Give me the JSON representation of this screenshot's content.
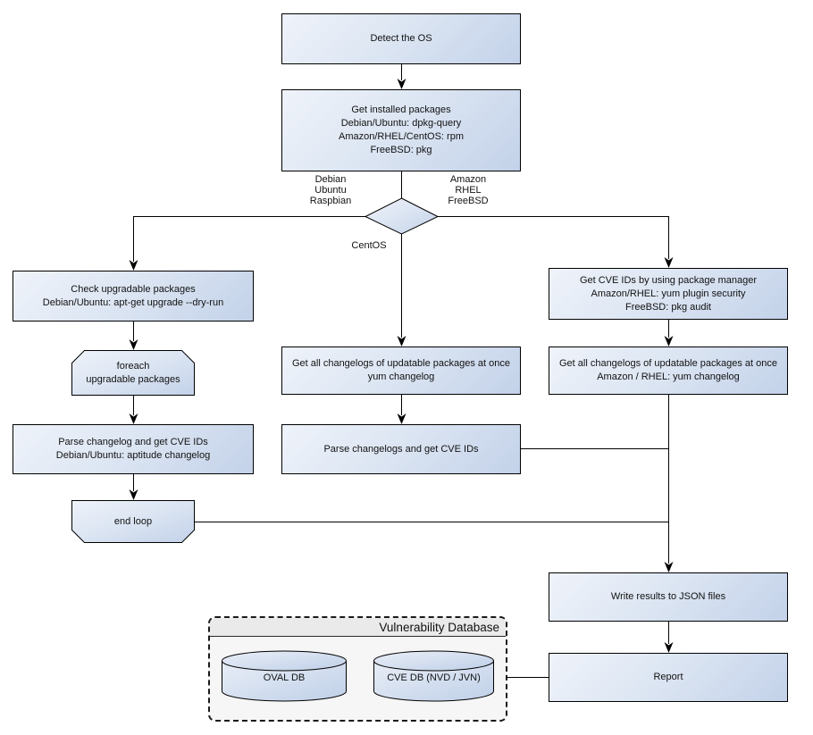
{
  "nodes": {
    "detect_os": "Detect the OS",
    "get_installed_packages": "Get installed packages\nDebian/Ubuntu: dpkg-query\nAmazon/RHEL/CentOS: rpm\nFreeBSD: pkg",
    "check_upgradable": "Check upgradable packages\nDebian/Ubuntu: apt-get upgrade --dry-run",
    "foreach_loop": "foreach\nupgradable  packages",
    "parse_changelog_deb": "Parse changelog and get  CVE IDs\nDebian/Ubuntu: aptitude changelog",
    "end_loop": "end loop",
    "get_changelogs_centos": "Get all changelogs of updatable packages at once\nyum changelog",
    "parse_changelogs_centos": "Parse changelogs and get CVE IDs",
    "get_cve_ids_pkg_mgr": "Get CVE IDs by using package manager\nAmazon/RHEL: yum plugin security\nFreeBSD: pkg audit",
    "get_changelogs_amazon_rhel": "Get all changelogs of updatable packages at once\nAmazon / RHEL: yum changelog",
    "write_results": "Write results to JSON files",
    "report": "Report"
  },
  "branch_labels": {
    "debian_branch": "Debian\nUbuntu\nRaspbian",
    "amazon_branch": "Amazon\nRHEL\nFreeBSD",
    "centos_branch": "CentOS"
  },
  "database": {
    "title": "Vulnerability Database",
    "cylinders": [
      {
        "label": "OVAL DB"
      },
      {
        "label": "CVE DB (NVD / JVN)"
      }
    ]
  },
  "colors": {
    "node_gradient_start": "#eff3fa",
    "node_gradient_end": "#c3d2e9",
    "node_border": "#000000",
    "connector": "#000000",
    "db_container_fill": "#f6f6f6",
    "db_header_fill": "#eaeaea"
  }
}
